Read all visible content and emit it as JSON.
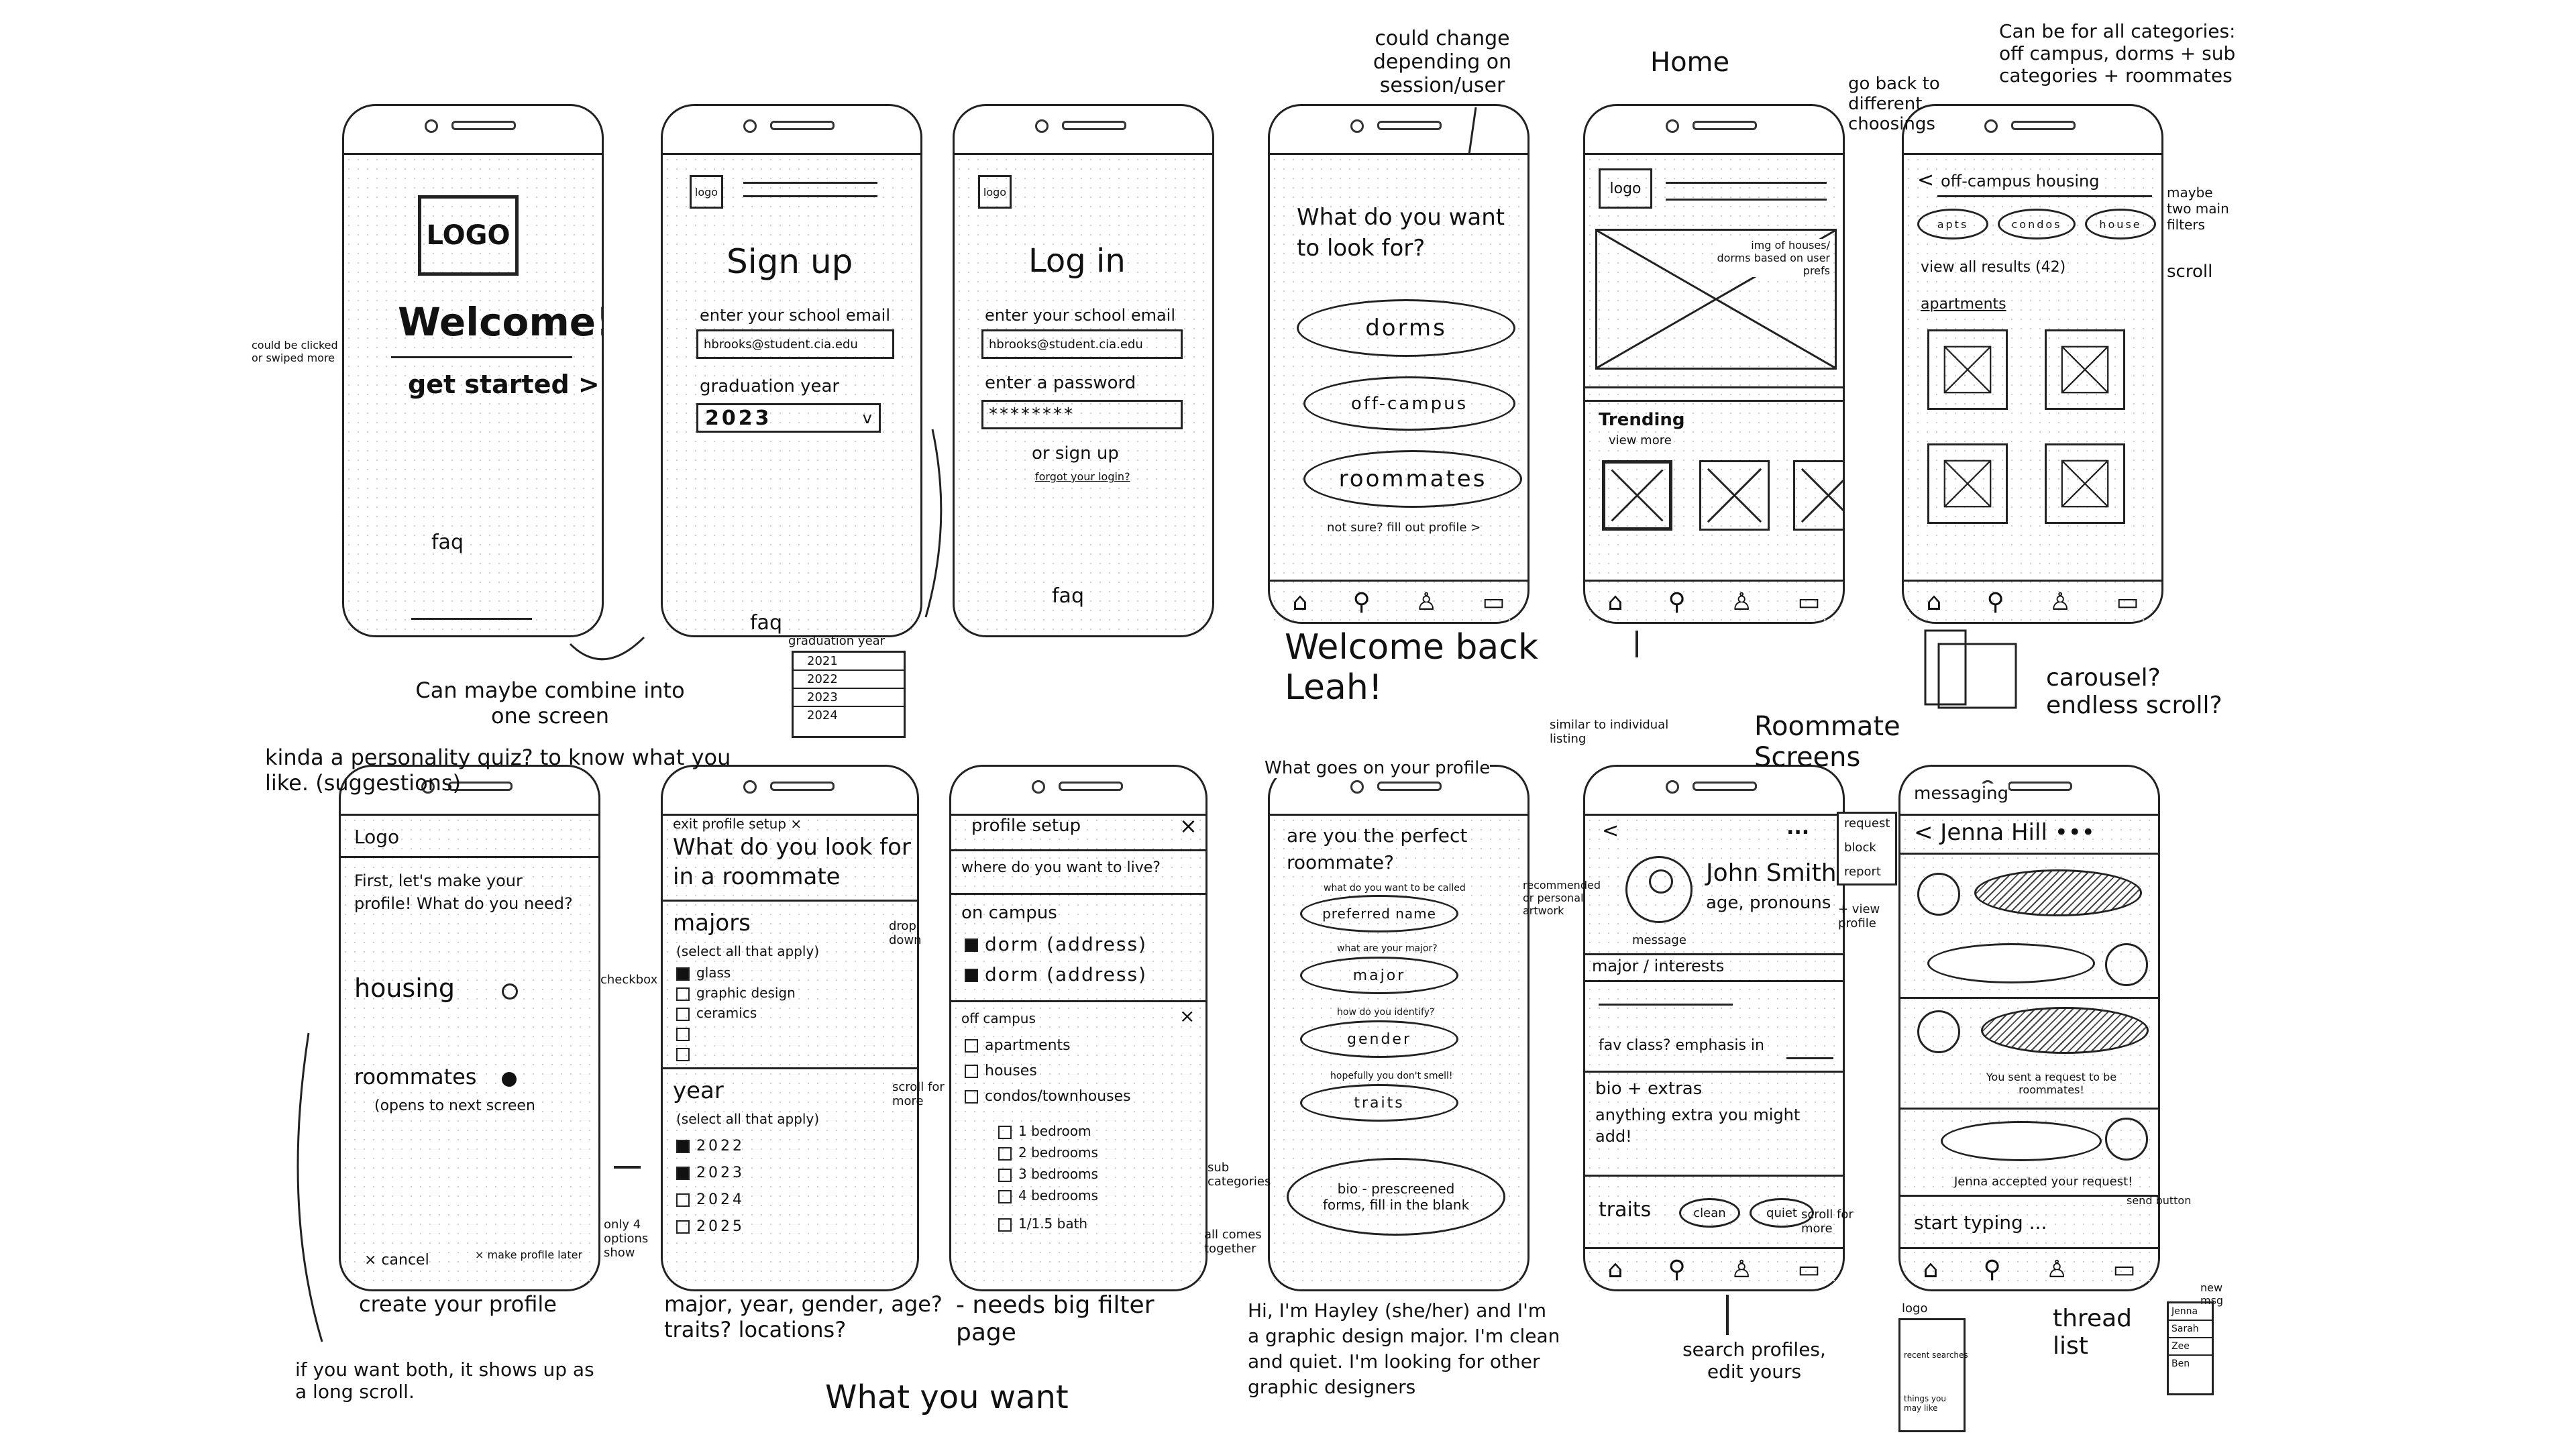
{
  "top": {
    "welcome": {
      "logo": "LOGO",
      "title": "Welcome!",
      "cta": "get started >",
      "faq": "faq"
    },
    "signup": {
      "logo": "logo",
      "title": "Sign up",
      "email_label": "enter your school email",
      "email_value": "hbrooks@student.cia.edu",
      "year_label": "graduation year",
      "year_value": "2023",
      "chevron": "v",
      "faq": "faq"
    },
    "login": {
      "logo": "logo",
      "title": "Log in",
      "email_label": "enter your school email",
      "email_value": "hbrooks@student.cia.edu",
      "pw_label": "enter a password",
      "pw_value": "********",
      "or": "or sign up",
      "forgot": "forgot your login?",
      "faq": "faq"
    },
    "choose": {
      "question": "What do you want to look for?",
      "opt1": "dorms",
      "opt2": "off-campus",
      "opt3": "roommates",
      "hint": "not sure? fill out profile >"
    },
    "home": {
      "logo": "logo",
      "img_note": "img of houses/ dorms based on user prefs",
      "trending": "Trending",
      "view_more": "view more"
    },
    "offcampus": {
      "back": "<",
      "title": "off-campus housing",
      "f1": "apts",
      "f2": "condos",
      "f3": "house",
      "results": "view all results (42)",
      "section": "apartments"
    }
  },
  "bottom": {
    "profile_start": {
      "logo": "Logo",
      "intro": "First, let's make your profile! What do you need?",
      "opt1": "housing",
      "opt2": "roommates",
      "opens": "(opens to next screen",
      "cancel": "× cancel",
      "later": "× make profile later"
    },
    "roommate_prefs": {
      "exit": "exit profile setup ×",
      "title": "What do you look for in a roommate",
      "majors": "majors",
      "majors_hint": "(select all that apply)",
      "m1": "glass",
      "m2": "graphic design",
      "m3": "ceramics",
      "year": "year",
      "year_hint": "(select all that apply)",
      "y1": "2022",
      "y2": "2023",
      "y3": "2024",
      "y4": "2025"
    },
    "profile_setup": {
      "title": "profile setup",
      "close": "×",
      "where": "where do you want to live?",
      "on": "on campus",
      "d1": "dorm (address)",
      "d2": "dorm (address)",
      "off": "off campus",
      "o1": "apartments",
      "o2": "houses",
      "o3": "condos/townhouses",
      "b1": "1 bedroom",
      "b2": "2 bedrooms",
      "b3": "3 bedrooms",
      "b4": "4 bedrooms",
      "b5": "1/1.5 bath"
    },
    "perfect": {
      "question": "are you the perfect roommate?",
      "q1": "what do you want to be called",
      "p1": "preferred name",
      "q2": "what are your major?",
      "p2": "major",
      "q3": "how do you identify?",
      "p3": "gender",
      "q4": "hopefully you don't smell!",
      "p4": "traits",
      "bio": "bio - prescreened forms, fill in the blank"
    },
    "roommate_profile": {
      "back": "<",
      "name": "John Smith",
      "sub": "age, pronouns",
      "msg": "message",
      "major": "major / interests",
      "fav": "fav class? emphasis in",
      "bio": "bio + extras",
      "bio_text": "anything extra you might add!",
      "traits": "traits",
      "tr1": "clean",
      "tr2": "quiet",
      "menu": "...",
      "m1": "request",
      "m2": "block",
      "m3": "report"
    },
    "messaging": {
      "header": "messaging",
      "contact": "< Jenna Hill •••",
      "sent": "You sent a request to be roommates!",
      "accepted": "Jenna accepted your request!",
      "compose": "start typing ..."
    }
  },
  "annotations": {
    "a1": "could be clicked or swiped more",
    "a2": "graduation year",
    "a3": [
      "2021",
      "2022",
      "2023",
      "2024"
    ],
    "a4": "Can maybe combine into one screen",
    "a5": "could change depending on session/user",
    "a6": "Welcome back Leah!",
    "a7": "Home",
    "a8": "go back to different choosings",
    "a9": "Can be for all categories: off campus, dorms + sub categories + roommates",
    "a10": "maybe two main filters",
    "a11": "scroll",
    "a12": "carousel? endless scroll?",
    "a13": "kinda a personality quiz? to know what you like. (suggestions)",
    "a14": "checkbox",
    "a15": "drop down",
    "a16": "scroll for more",
    "a17": "only 4 options show",
    "a18": "create your profile",
    "a19": "if you want both, it shows up as a long scroll.",
    "a20": "major, year, gender, age? traits? locations?",
    "a21": "What you want",
    "a22": "- needs big filter page",
    "a23": "sub categories",
    "a24": "all comes together",
    "a25": "What goes on your profile",
    "a26": "Hi, I'm Hayley (she/her) and I'm a graphic design major. I'm clean and quiet. I'm looking for other graphic designers",
    "a27": "similar to individual listing",
    "a28": "Roommate Screens",
    "a29": "recommended or personal artwork",
    "a30": "+ view profile",
    "a31": "scroll for more",
    "a32": "send button",
    "a33": "search profiles, edit yours",
    "a34": "logo",
    "a35": "recent searches",
    "a36": "things you may like",
    "a37": "thread list",
    "a38": "new msg",
    "a39": [
      "Jenna",
      "Sarah",
      "Zee",
      "Ben"
    ]
  }
}
